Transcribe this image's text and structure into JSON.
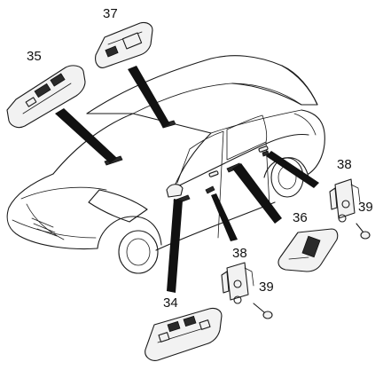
{
  "callouts": [
    {
      "id": "35",
      "label": "35"
    },
    {
      "id": "37",
      "label": "37"
    },
    {
      "id": "38a",
      "label": "38"
    },
    {
      "id": "39a",
      "label": "39"
    },
    {
      "id": "36",
      "label": "36"
    },
    {
      "id": "38b",
      "label": "38"
    },
    {
      "id": "39b",
      "label": "39"
    },
    {
      "id": "34",
      "label": "34"
    }
  ]
}
